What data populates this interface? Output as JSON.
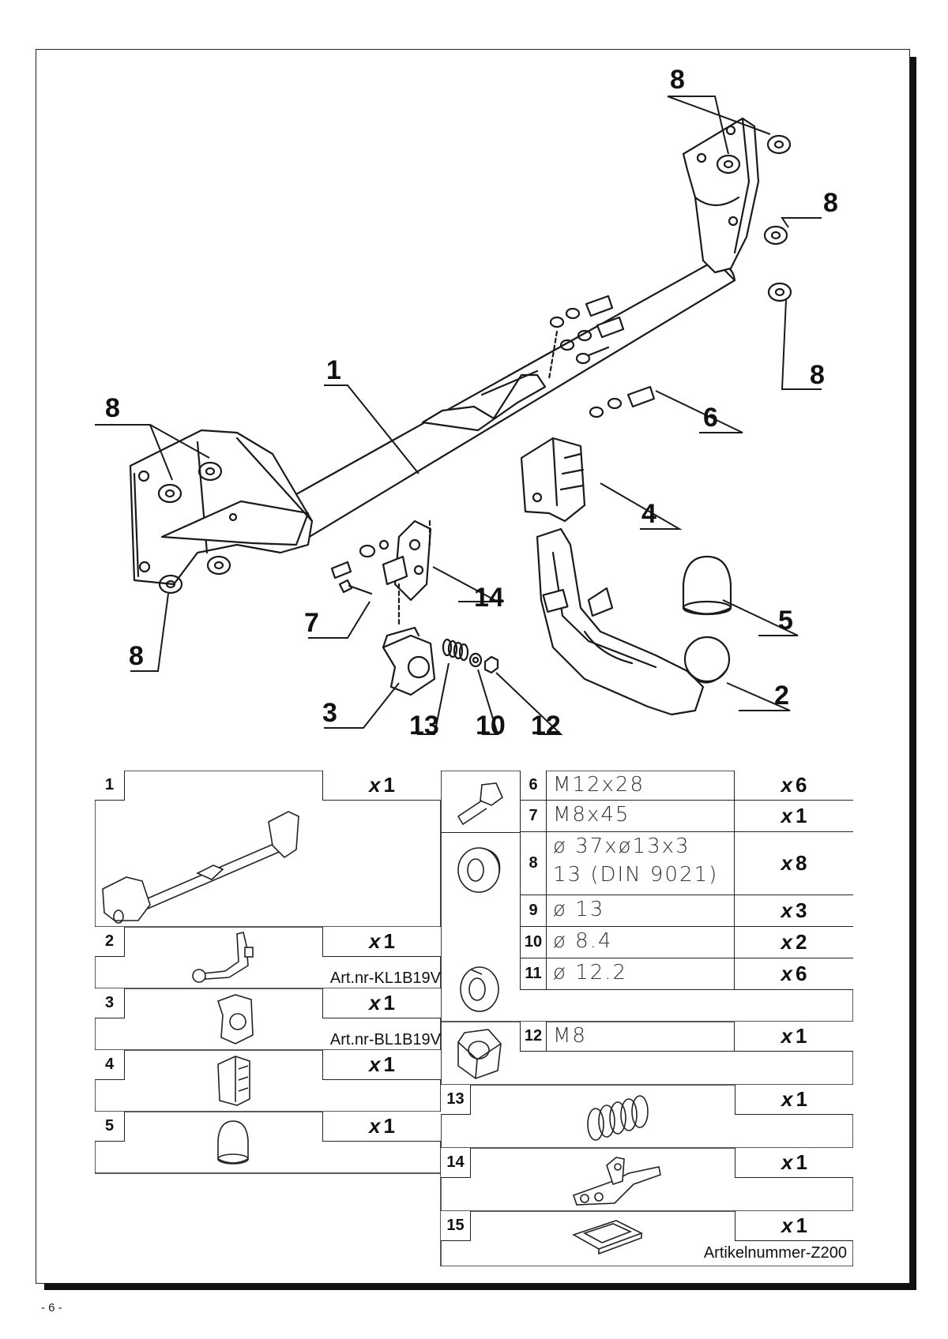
{
  "diagram": {
    "callouts": {
      "c1": "1",
      "c2": "2",
      "c3": "3",
      "c4": "4",
      "c5": "5",
      "c6": "6",
      "c7": "7",
      "c8a": "8",
      "c8b": "8",
      "c8c": "8",
      "c8d": "8",
      "c8e": "8",
      "c10": "10",
      "c12": "12",
      "c13": "13",
      "c14": "14"
    }
  },
  "parts_table": {
    "left": [
      {
        "num": "1",
        "qty_prefix": "x",
        "qty": "1",
        "art": ""
      },
      {
        "num": "2",
        "qty_prefix": "x",
        "qty": "1",
        "art": "Art.nr-KL1B19V"
      },
      {
        "num": "3",
        "qty_prefix": "x",
        "qty": "1",
        "art": "Art.nr-BL1B19V"
      },
      {
        "num": "4",
        "qty_prefix": "x",
        "qty": "1",
        "art": ""
      },
      {
        "num": "5",
        "qty_prefix": "x",
        "qty": "1",
        "art": ""
      }
    ],
    "right": [
      {
        "num": "6",
        "spec": "M12x28",
        "qty_prefix": "x",
        "qty": "6"
      },
      {
        "num": "7",
        "spec": "M8x45",
        "qty_prefix": "x",
        "qty": "1"
      },
      {
        "num": "8",
        "spec": "ø 37xø13x3",
        "spec2": "13  (DIN 9021)",
        "qty_prefix": "x",
        "qty": "8"
      },
      {
        "num": "9",
        "spec": "ø 13",
        "qty_prefix": "x",
        "qty": "3"
      },
      {
        "num": "10",
        "spec": "ø 8.4",
        "qty_prefix": "x",
        "qty": "2"
      },
      {
        "num": "11",
        "spec": "ø 12.2",
        "qty_prefix": "x",
        "qty": "6"
      },
      {
        "num": "12",
        "spec": "M8",
        "qty_prefix": "x",
        "qty": "1"
      },
      {
        "num": "13",
        "qty_prefix": "x",
        "qty": "1"
      },
      {
        "num": "14",
        "qty_prefix": "x",
        "qty": "1"
      },
      {
        "num": "15",
        "qty_prefix": "x",
        "qty": "1",
        "art": "Artikelnummer-Z200"
      }
    ]
  },
  "footer": {
    "page_label": "- 6 -"
  }
}
